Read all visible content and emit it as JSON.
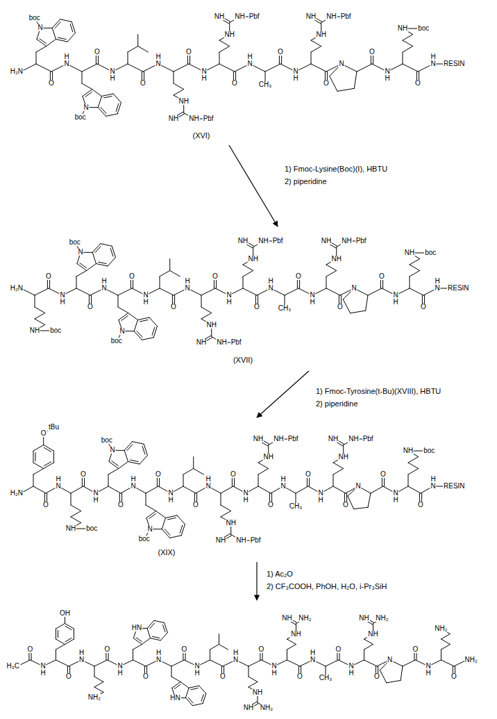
{
  "diagram": {
    "nodes": [
      {
        "text": [
          "H₂N",
          "N",
          "boc",
          "O",
          "H N",
          "N",
          "boc",
          "O",
          "N H",
          "O",
          "H N",
          "NH",
          "NH",
          "NH",
          "Pbf",
          "O",
          "N H",
          "NH",
          "NH",
          "NH",
          "Pbf",
          "O",
          "H N",
          "CH₃",
          "O",
          "N H",
          "NH",
          "NH",
          "NH",
          "Pbf",
          "O",
          "N",
          "O",
          "N H",
          "NH",
          "boc",
          "O",
          "H N",
          "RESIN",
          "(XVI)"
        ]
      },
      {
        "text": [
          "H₂N",
          "NH",
          "boc",
          "O",
          "N H",
          "N",
          "boc",
          "O",
          "H N",
          "N",
          "boc",
          "O",
          "N H",
          "O",
          "H N",
          "NH",
          "NH",
          "NH",
          "Pbf",
          "O",
          "N H",
          "NH",
          "NH",
          "NH",
          "Pbf",
          "O",
          "H N",
          "CH₃",
          "O",
          "N H",
          "NH",
          "NH",
          "NH",
          "Pbf",
          "O",
          "N",
          "O",
          "N H",
          "NH",
          "boc",
          "O",
          "H N",
          "RESIN",
          "(XVII)"
        ]
      },
      {
        "text": [
          "H₂N",
          "O",
          "tBu",
          "O",
          "H N",
          "NH",
          "boc",
          "O",
          "N H",
          "N",
          "boc",
          "O",
          "H N",
          "N",
          "boc",
          "O",
          "N H",
          "O",
          "H N",
          "NH",
          "NH",
          "NH",
          "Pbf",
          "O",
          "N H",
          "NH",
          "NH",
          "NH",
          "Pbf",
          "O",
          "H N",
          "CH₃",
          "O",
          "N H",
          "NH",
          "NH",
          "NH",
          "Pbf",
          "O",
          "N",
          "O",
          "N H",
          "NH",
          "boc",
          "O",
          "H N",
          "RESIN",
          "(XIX)"
        ]
      },
      {
        "text": [
          "H₃C",
          "O",
          "N H",
          "OH",
          "O",
          "H N",
          "NH₂",
          "O",
          "N H",
          "HN",
          "O",
          "H N",
          "HN",
          "O",
          "N H",
          "O",
          "H N",
          "NH",
          "NH",
          "NH₂",
          "O",
          "N H",
          "NH",
          "NH",
          "NH₂",
          "O",
          "H N",
          "CH₃",
          "O",
          "N H",
          "NH",
          "NH",
          "NH₂",
          "O",
          "N",
          "O",
          "N H",
          "NH₂",
          "O",
          "NH₂"
        ]
      }
    ],
    "edges": [
      {
        "from": 0,
        "to": 1,
        "arrow": "to",
        "label": "1) Fmoc-Lysine(Boc)(I), HBTU"
      },
      {
        "from": 1,
        "to": 2,
        "arrow": "to",
        "label": "1) Fmoc-Tyrosine(t-Bu)(XVIII), HBTU"
      },
      {
        "from": 2,
        "to": 3,
        "arrow": "to",
        "label": "1) Ac₂O"
      }
    ],
    "labels": [
      "2) piperidine",
      "2) piperidine",
      "2) CF₃COOH, PhOH, H₂O, i-Pr₃SiH"
    ]
  }
}
